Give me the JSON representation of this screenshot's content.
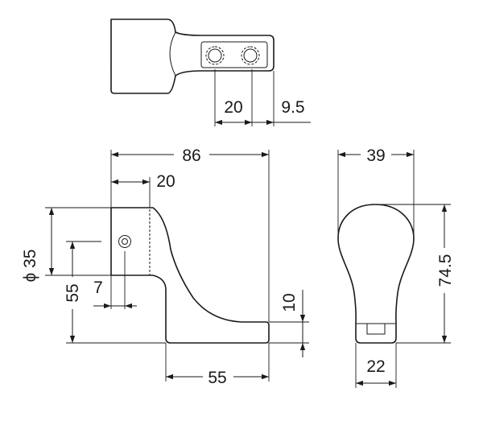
{
  "dimensions": {
    "top_slot_pitch": "20",
    "top_edge_offset": "9.5",
    "side_total_length": "86",
    "side_socket_length": "20",
    "side_diameter": "ϕ 35",
    "side_height_hole": "55",
    "side_hole_offset": "7",
    "side_base_thickness": "10",
    "side_base_length": "55",
    "front_width": "39",
    "front_height": "74.5",
    "front_base_width": "22"
  }
}
